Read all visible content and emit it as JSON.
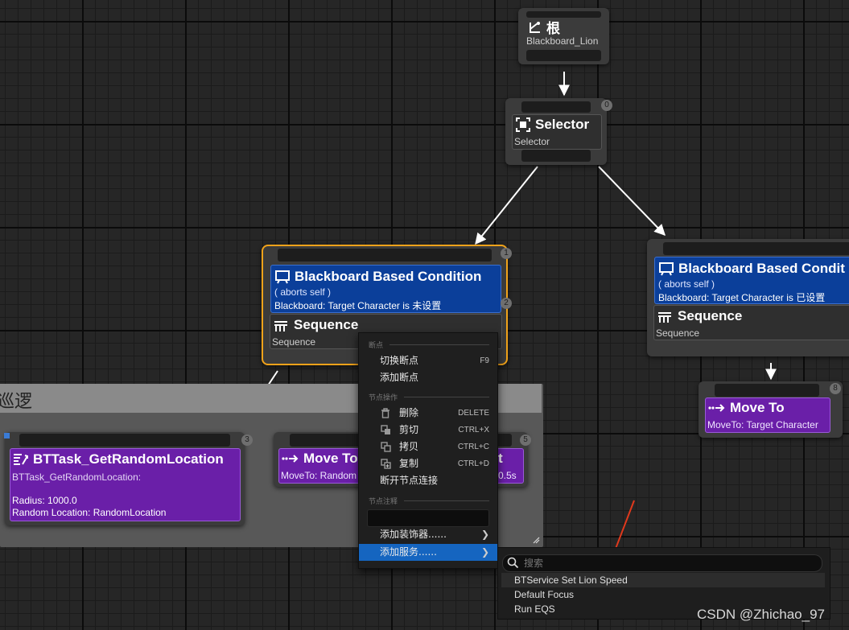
{
  "nodes": {
    "root": {
      "title": "根",
      "subtitle": "Blackboard_Lion"
    },
    "selector": {
      "title": "Selector",
      "subtitle": "Selector",
      "index": "0"
    },
    "left_branch": {
      "index": "1",
      "decorator": {
        "title": "Blackboard Based Condition",
        "line1": "( aborts self )",
        "line2": "Blackboard: Target Character is 未设置",
        "index": "2"
      },
      "composite": {
        "title": "Sequence",
        "subtitle": "Sequence"
      }
    },
    "right_branch": {
      "decorator": {
        "title": "Blackboard Based Condit",
        "line1": "( aborts self )",
        "line2": "Blackboard: Target Character is 已设置"
      },
      "composite": {
        "title": "Sequence",
        "subtitle": "Sequence"
      }
    },
    "task_random": {
      "index": "3",
      "title": "BTTask_GetRandomLocation",
      "line1": "BTTask_GetRandomLocation:",
      "line2": "Radius: 1000.0",
      "line3": "Random Location: RandomLocation"
    },
    "task_moveto_left": {
      "index": "5",
      "title": "Move To",
      "subtitle": "MoveTo: Random",
      "trailing_title": "t",
      "trailing_sub": "0.5s"
    },
    "task_moveto_right": {
      "index": "8",
      "title": "Move To",
      "subtitle": "MoveTo: Target Character"
    }
  },
  "group": {
    "title": "巡逻"
  },
  "context_menu": {
    "section_breakpoints": "断点",
    "toggle_breakpoint": {
      "label": "切换断点",
      "shortcut": "F9"
    },
    "add_breakpoint": {
      "label": "添加断点"
    },
    "section_node_actions": "节点操作",
    "delete": {
      "label": "删除",
      "shortcut": "DELETE"
    },
    "cut": {
      "label": "剪切",
      "shortcut": "CTRL+X"
    },
    "copy": {
      "label": "拷贝",
      "shortcut": "CTRL+C"
    },
    "duplicate": {
      "label": "复制",
      "shortcut": "CTRL+D"
    },
    "break_links": {
      "label": "断开节点连接"
    },
    "section_node_comment": "节点注释",
    "comment_value": "",
    "add_decorator": {
      "label": "添加装饰器......"
    },
    "add_service": {
      "label": "添加服务......"
    }
  },
  "service_submenu": {
    "search_placeholder": "搜索",
    "items": [
      "BTService Set Lion Speed",
      "Default Focus",
      "Run EQS"
    ]
  },
  "watermark": "CSDN @Zhichao_97",
  "colors": {
    "decorator_blue": "#0b3f9a",
    "task_purple": "#6a1fa8",
    "selected_outline": "#f0a21a",
    "menu_highlight": "#1565c0",
    "annotation_arrow": "#e0391c"
  }
}
